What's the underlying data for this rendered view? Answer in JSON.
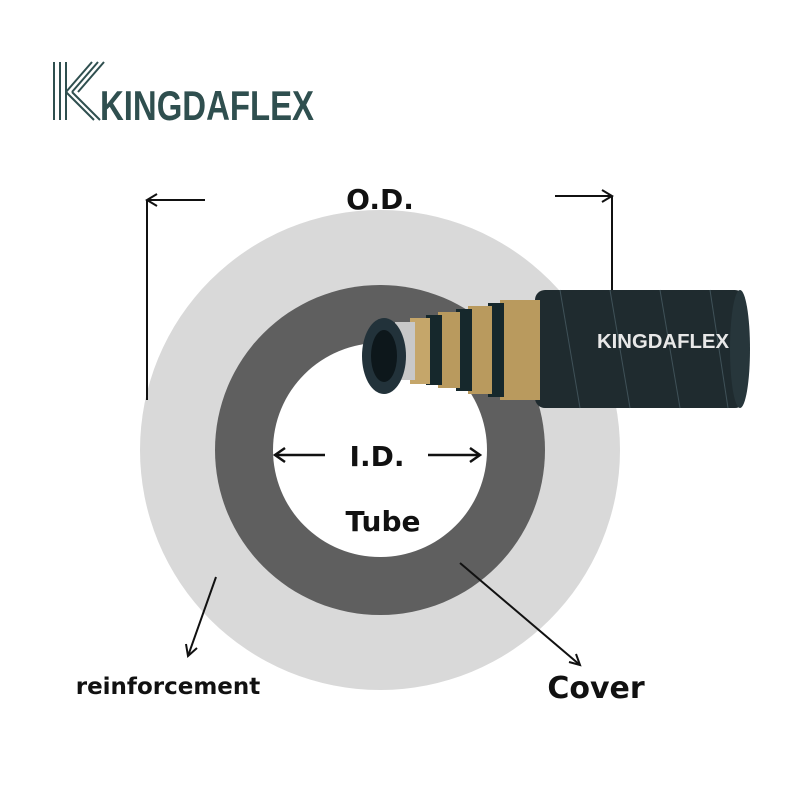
{
  "brand": {
    "logo_text": "KINGDAFLEX",
    "hose_print": "KINGDAFLEX",
    "color": "#2f4f4f"
  },
  "labels": {
    "outer_diameter": "O.D.",
    "inner_diameter": "I.D.",
    "tube": "Tube",
    "reinforcement": "reinforcement",
    "cover": "Cover"
  },
  "colors": {
    "cover_ring": "#d9d9d9",
    "reinforcement_ring": "#5f5f5f",
    "tube_core": "#ffffff",
    "hose_body": "#1f2b2f",
    "hose_brass": "#b99a5e",
    "hose_tube": "#c8c8c8",
    "arrow": "#111111"
  }
}
